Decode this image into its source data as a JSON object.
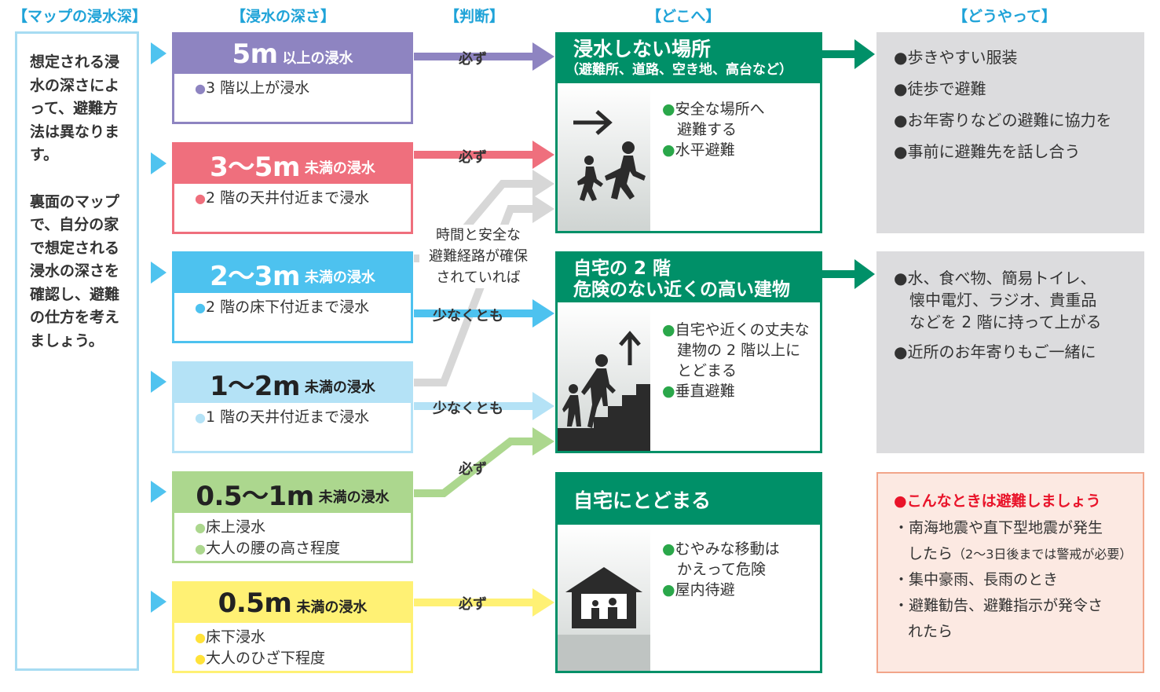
{
  "headers": {
    "map_depth": "【マップの浸水深】",
    "depth": "【浸水の深さ】",
    "judge": "【判断】",
    "where": "【どこへ】",
    "how": "【どうやって】"
  },
  "intro": {
    "para1": "想定される浸水の深さによって、避難方法は異なります。",
    "para2": "裏面のマップで、自分の家で想定される浸水の深さを確認し、避難の仕方を考えましょう。"
  },
  "depths": [
    {
      "big": "5m",
      "sub": "以上の浸水",
      "color": "#8e84c1",
      "dot_color": "#8e84c1",
      "body": [
        "3 階以上が浸水"
      ]
    },
    {
      "big": "3～5m",
      "sub": "未満の浸水",
      "color": "#ef6f7d",
      "dot_color": "#ef6f7d",
      "body": [
        "2 階の天井付近まで浸水"
      ]
    },
    {
      "big": "2～3m",
      "sub": "未満の浸水",
      "color": "#4dc2ef",
      "dot_color": "#4dc2ef",
      "body": [
        "2 階の床下付近まで浸水"
      ]
    },
    {
      "big": "1～2m",
      "sub": "未満の浸水",
      "color": "#b4e2f6",
      "dot_color": "#b4e2f6",
      "body": [
        "1 階の天井付近まで浸水"
      ]
    },
    {
      "big": "0.5～1m",
      "sub": "未満の浸水",
      "color": "#acd78e",
      "dot_color": "#acd78e",
      "body": [
        "床上浸水",
        "大人の腰の高さ程度"
      ]
    },
    {
      "big": "0.5m",
      "sub": "未満の浸水",
      "color": "#fff174",
      "dot_color": "#ffe23a",
      "body": [
        "床下浸水",
        "大人のひざ下程度"
      ]
    }
  ],
  "judgments": {
    "must": "必ず",
    "at_least": "少なくとも",
    "conditional": [
      "時間と安全な",
      "避難経路が確保",
      "されていれば"
    ]
  },
  "destinations": [
    {
      "title": "浸水しない場所",
      "subtitle": "（避難所、道路、空き地、高台など）",
      "items": [
        "●安全な場所へ",
        "　避難する",
        "●水平避難"
      ]
    },
    {
      "title_lines": [
        "自宅の 2 階",
        "危険のない近くの高い建物"
      ],
      "items": [
        "●自宅や近くの丈夫な",
        "　建物の 2 階以上に",
        "　とどまる",
        "●垂直避難"
      ]
    },
    {
      "title": "自宅にとどまる",
      "items": [
        "●むやみな移動は",
        "　かえって危険",
        "●屋内待避"
      ]
    }
  ],
  "how": [
    [
      "●歩きやすい服装",
      "●徒歩で避難",
      "●お年寄りなどの避難に協力を",
      "●事前に避難先を話し合う"
    ],
    [
      "●水、食べ物、簡易トイレ、",
      "　懐中電灯、ラジオ、貴重品",
      "　などを 2 階に持って上がる",
      "●近所のお年寄りもご一緒に"
    ]
  ],
  "note": {
    "title": "●こんなときは避難しましょう",
    "items": [
      {
        "main": "・南海地震や直下型地震が発生",
        "cont": "したら",
        "small": "（2～3日後までは警戒が必要）"
      },
      {
        "main": "・集中豪雨、長雨のとき"
      },
      {
        "main": "・避難勧告、避難指示が発令さ",
        "cont": "れたら"
      }
    ]
  },
  "colors": {
    "green": "#009068",
    "header_blue": "#1fa3d8",
    "note_red": "#e9142a"
  }
}
